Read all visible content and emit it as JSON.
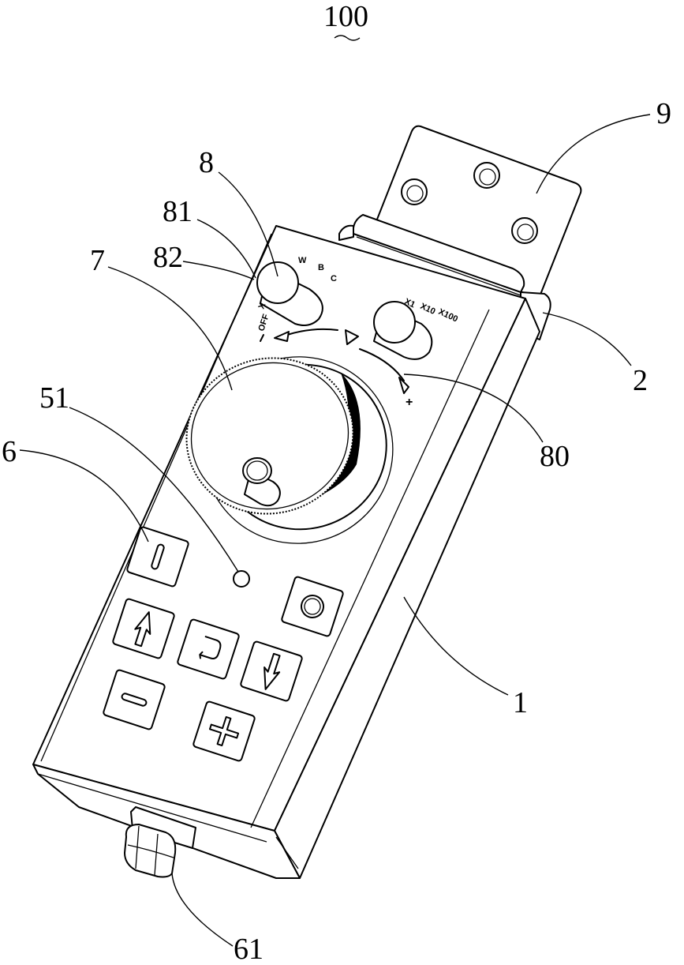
{
  "figure": {
    "title_number": "100",
    "title_underline": "~",
    "description": "Perspective patent drawing of a handheld pendant controller with handwheel, selector knobs, keypad and mounting bracket"
  },
  "reference_labels": {
    "r100": "100",
    "r9": "9",
    "r8": "8",
    "r81": "81",
    "r82": "82",
    "r7": "7",
    "r2": "2",
    "r80": "80",
    "r51": "51",
    "r6": "6",
    "r1": "1",
    "r61": "61"
  },
  "axis_knob": {
    "scale_labels": [
      "OFF",
      "X",
      "W",
      "B",
      "C"
    ]
  },
  "step_knob": {
    "scale_labels": [
      "X1",
      "X10",
      "X100"
    ]
  },
  "handwheel": {
    "direction_minus": "−",
    "direction_plus": "+"
  },
  "keypad": {
    "keys": [
      {
        "name": "power-key",
        "icon": "bar-icon"
      },
      {
        "name": "record-key",
        "icon": "circle-icon"
      },
      {
        "name": "up-key",
        "icon": "arrow-up-icon"
      },
      {
        "name": "return-key",
        "icon": "return-icon"
      },
      {
        "name": "down-key",
        "icon": "arrow-down-icon"
      },
      {
        "name": "minus-key",
        "icon": "minus-icon"
      },
      {
        "name": "plus-key",
        "icon": "plus-icon"
      }
    ]
  },
  "colors": {
    "ink": "#000000",
    "paper": "#ffffff"
  }
}
